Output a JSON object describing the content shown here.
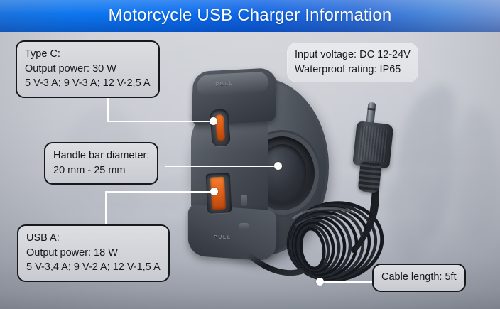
{
  "banner": {
    "title": "Motorcycle USB Charger Information",
    "gradient_from": "#0d76ee",
    "gradient_to": "#6f93d4"
  },
  "callouts": {
    "type_c": {
      "name": "Type C:",
      "output_power": "Output power: 30 W",
      "specs": "5 V-3 A; 9 V-3 A; 12 V-2,5 A"
    },
    "input": {
      "voltage": "Input voltage: DC 12-24V",
      "waterproof": "Waterproof rating: IP65"
    },
    "handle_bar": {
      "label": "Handle bar diameter:",
      "value": "20 mm - 25 mm"
    },
    "usb_a": {
      "name": "USB A:",
      "output_power": "Output power: 18 W",
      "specs": "5 V-3,4 A; 9 V-2 A; 12 V-1,5 A"
    },
    "cable": {
      "length": "Cable length: 5ft"
    }
  },
  "device": {
    "pull_tab_top": "PULL",
    "pull_tab_bottom": "PULL",
    "port_accent_color": "#e2631a",
    "body_color": "#4d525b"
  }
}
